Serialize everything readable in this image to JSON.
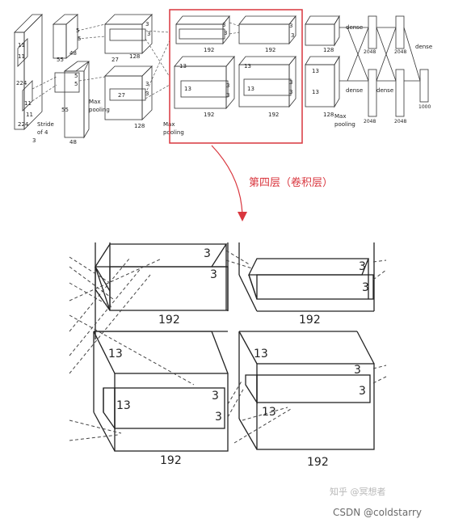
{
  "top": {
    "input": {
      "size": "224",
      "size2": "224",
      "depth": "3",
      "k1": "11",
      "k2": "11",
      "k3": "11",
      "k4": "11",
      "stride": "Stride",
      "stride2": "of 4"
    },
    "conv1": {
      "k1": "5",
      "k2": "5",
      "d55a": "55",
      "d55b": "55",
      "depth": "48",
      "depth2": "48",
      "pool": "Max",
      "pool2": "pooling"
    },
    "conv2": {
      "k1": "3",
      "k2": "3",
      "d27a": "27",
      "d27b": "27",
      "depth": "128",
      "depth2": "128",
      "pool": "Max",
      "pool2": "pooling"
    },
    "conv3": {
      "k1": "3",
      "k2": "3",
      "k3": "3",
      "k4": "3",
      "d13a": "13",
      "d13b": "13",
      "depth": "192",
      "depth2": "192"
    },
    "conv4": {
      "k1": "3",
      "k2": "3",
      "k3": "3",
      "k4": "3",
      "d13a": "13",
      "d13b": "13",
      "depth": "192",
      "depth2": "192"
    },
    "conv5": {
      "d13a": "13",
      "d13b": "13",
      "depth": "128",
      "depth2": "128",
      "pool": "Max",
      "pool2": "pooling"
    },
    "fc": {
      "dense1": "dense",
      "dense2": "dense",
      "dense3": "dense",
      "n1": "2048",
      "n2": "2048",
      "n3": "2048",
      "n4": "2048",
      "out": "1000"
    }
  },
  "highlight_color": "#d9363e",
  "arrow_label": "第四层（卷积层）",
  "zoom": {
    "tl": {
      "k1": "3",
      "k2": "3",
      "depth": "192"
    },
    "tr": {
      "k1": "3",
      "k2": "3",
      "depth": "192"
    },
    "bl": {
      "d1": "13",
      "d2": "13",
      "k1": "3",
      "k2": "3",
      "depth": "192"
    },
    "br": {
      "d1": "13",
      "d2": "13",
      "k1": "3",
      "k2": "3",
      "depth": "192"
    }
  },
  "watermark": {
    "zhihu": "知乎 @冥想者",
    "csdn": "CSDN @coldstarry"
  }
}
